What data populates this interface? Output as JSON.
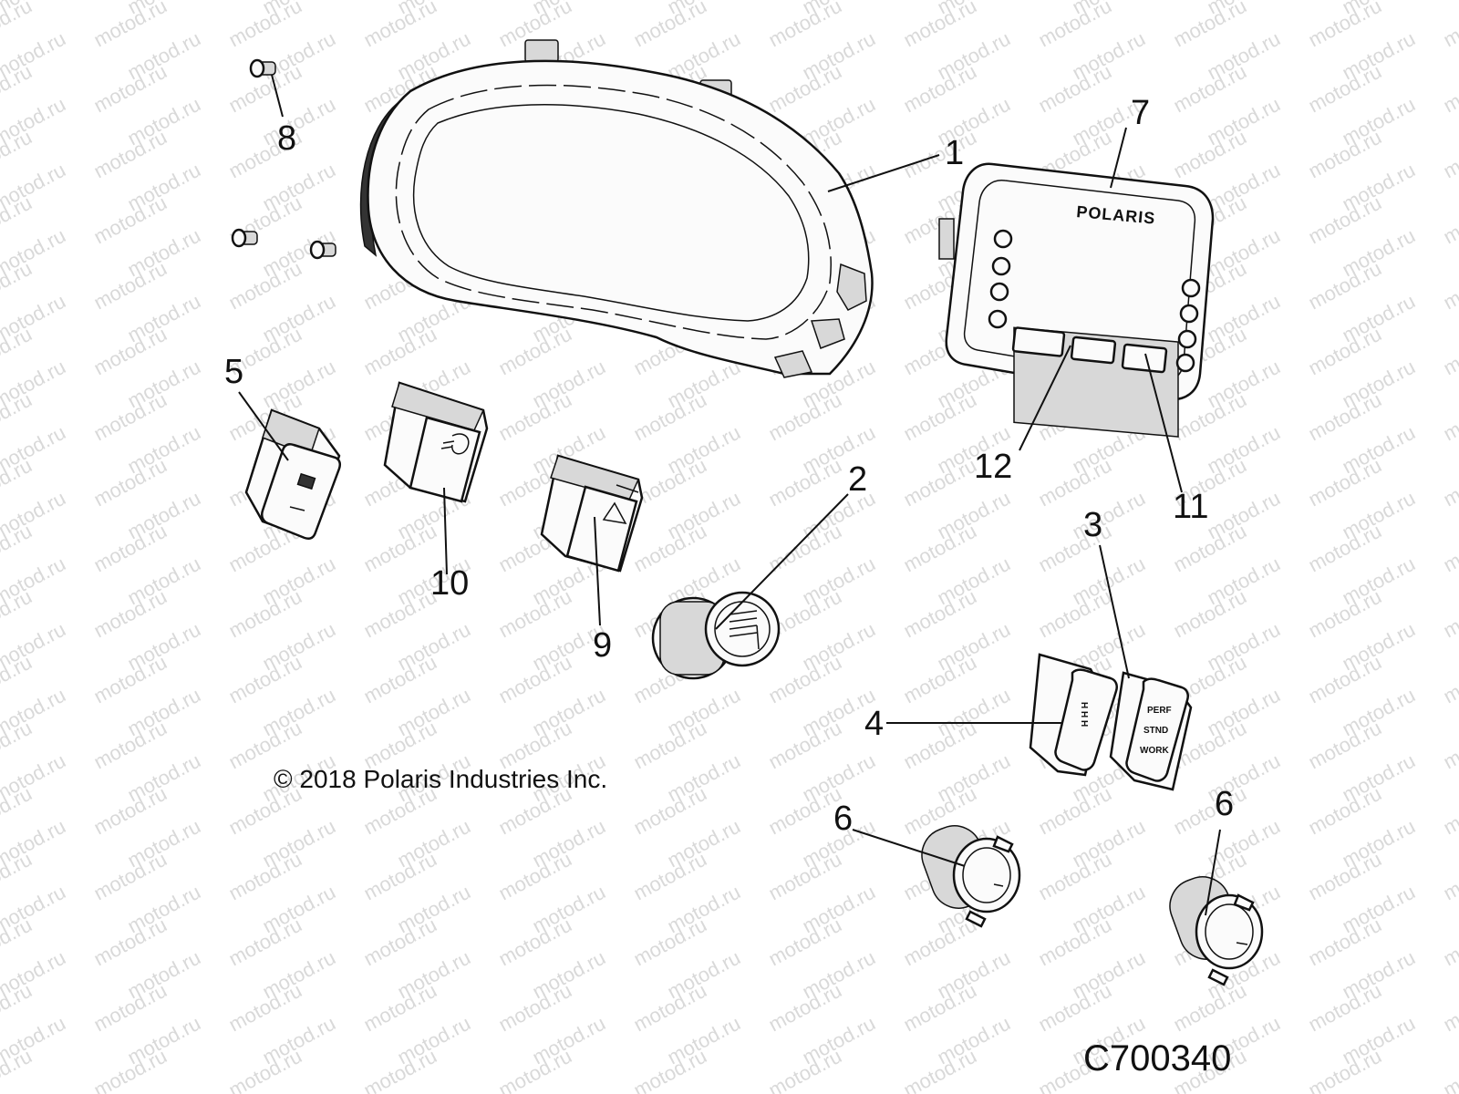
{
  "watermark": "motod.ru",
  "callouts": {
    "c1": "1",
    "c2": "2",
    "c3": "3",
    "c4": "4",
    "c5": "5",
    "c6a": "6",
    "c6b": "6",
    "c7": "7",
    "c8": "8",
    "c9": "9",
    "c10": "10",
    "c11": "11",
    "c12": "12"
  },
  "display_brand": "POLARIS",
  "switch_labels": {
    "perf": "PERF",
    "stnd": "STND",
    "work": "WORK"
  },
  "copyright": "© 2018 Polaris Industries Inc.",
  "figure_code": "C700340"
}
